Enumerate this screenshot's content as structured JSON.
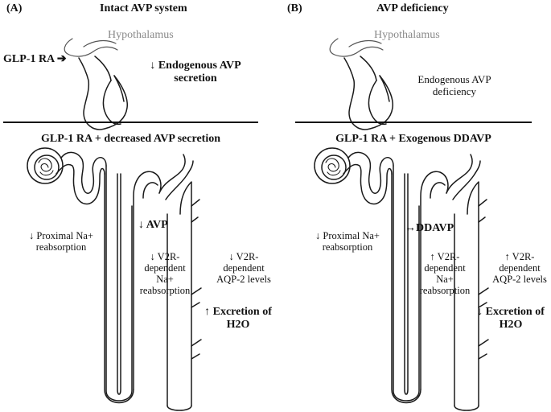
{
  "panelA": {
    "letter": "(A)",
    "title": "Intact AVP system",
    "hypothalamus": "Hypothalamus",
    "glp_arrow": "GLP-1 RA ➔",
    "endo_line1": "↓ Endogenous AVP",
    "endo_line2": "secretion",
    "section_title": "GLP-1 RA + decreased AVP secretion",
    "proximal_line1": "↓ Proximal Na+",
    "proximal_line2": "reabsorption",
    "hormone": "↓ AVP",
    "v2r_line1": "↓ V2R-",
    "v2r_line2": "dependent",
    "v2r_line3": "Na+",
    "v2r_line4": "reabsorption",
    "aqp_line1": "↓ V2R-",
    "aqp_line2": "dependent",
    "aqp_line3": "AQP-2 levels",
    "excr_line1": "↑  Excretion of",
    "excr_line2": "H2O"
  },
  "panelB": {
    "letter": "(B)",
    "title": "AVP deficiency",
    "hypothalamus": "Hypothalamus",
    "endo_line1": "Endogenous AVP",
    "endo_line2": "deficiency",
    "section_title": "GLP-1 RA + Exogenous DDAVP",
    "proximal_line1": "↓ Proximal Na+",
    "proximal_line2": "reabsorption",
    "hormone": "↔DDAVP",
    "v2r_line1": "↑ V2R-",
    "v2r_line2": "dependent",
    "v2r_line3": "Na+",
    "v2r_line4": "reabsorption",
    "aqp_line1": "↑ V2R-",
    "aqp_line2": "dependent",
    "aqp_line3": "AQP-2 levels",
    "excr_line1": "↓ Excretion of",
    "excr_line2": "H2O"
  }
}
